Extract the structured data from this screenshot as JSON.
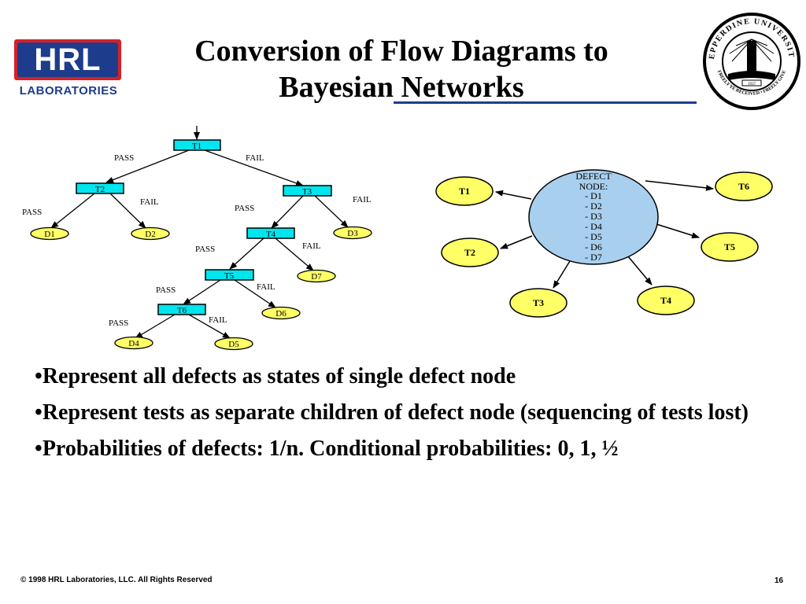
{
  "logo": {
    "name": "HRL",
    "sub": "LABORATORIES"
  },
  "title": {
    "line1": "Conversion of Flow Diagrams to",
    "line2": "Bayesian Networks"
  },
  "seal": {
    "top": "PEPPERDINE UNIVERSITY",
    "bottom": "FREELY YE RECEIVED • FREELY GIVE",
    "year": "1937"
  },
  "flow": {
    "tests": [
      "T1",
      "T2",
      "T3",
      "T4",
      "T5",
      "T6"
    ],
    "defects": [
      "D1",
      "D2",
      "D3",
      "D4",
      "D5",
      "D6",
      "D7"
    ],
    "pass": "PASS",
    "fail": "FAIL"
  },
  "bn": {
    "center": [
      "DEFECT",
      "NODE:",
      "- D1",
      "- D2",
      "- D3",
      "- D4",
      "- D5",
      "- D6",
      "- D7"
    ],
    "tests": [
      "T1",
      "T2",
      "T3",
      "T4",
      "T5",
      "T6"
    ]
  },
  "bullets": [
    "Represent all defects as states of single defect node",
    "Represent tests as separate children of defect node (sequencing of tests lost)",
    "Probabilities of defects:  1/n. Conditional probabilities: 0, 1, ½"
  ],
  "footer": {
    "copyright": "© 1998 HRL Laboratories, LLC.  All Rights Reserved",
    "page": "16"
  },
  "colors": {
    "test_box": "#00e5ee",
    "defect_ellipse": "#ffff66",
    "center_node": "#a9cfee",
    "brand_blue": "#1e3c8c",
    "brand_red": "#d81f26"
  }
}
